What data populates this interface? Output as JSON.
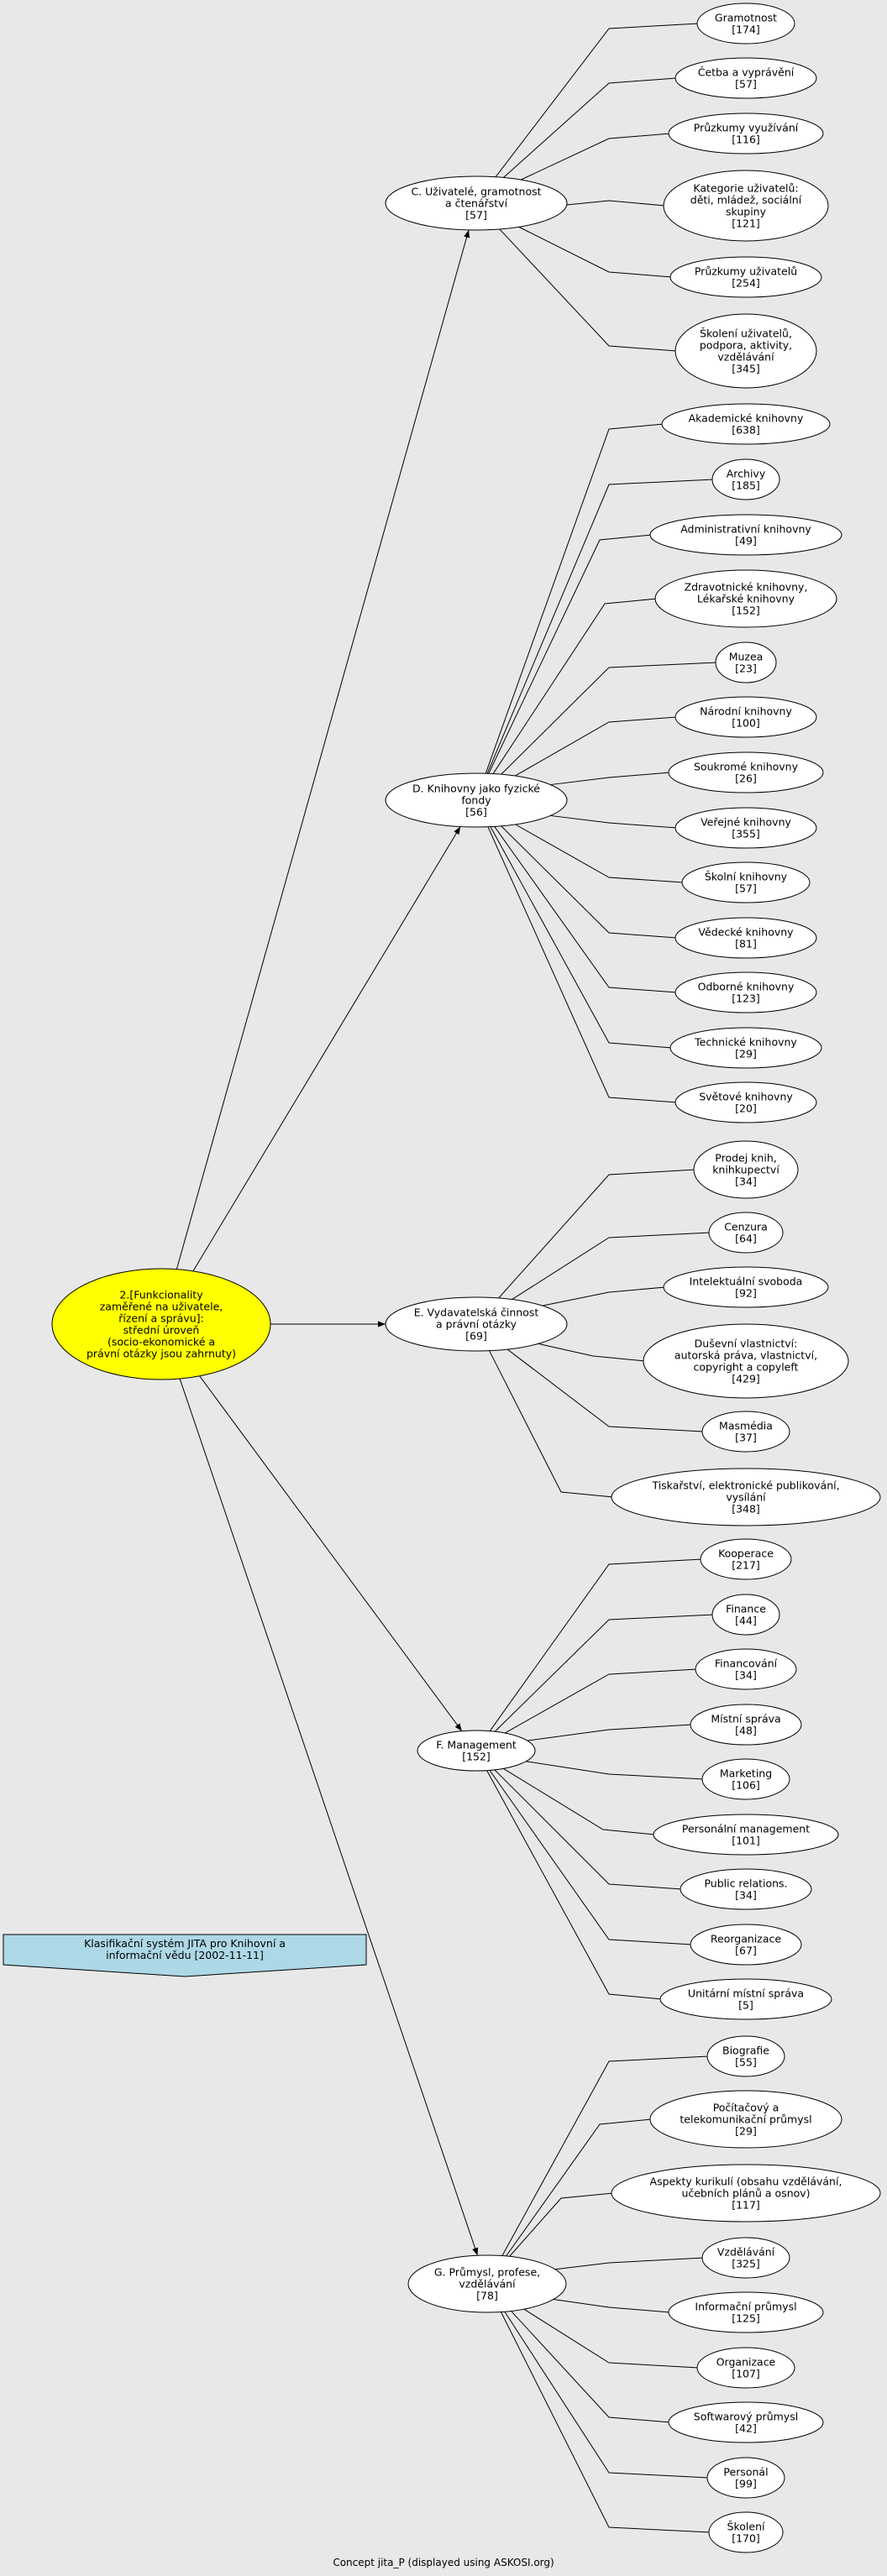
{
  "diagram": {
    "root": {
      "id": "root",
      "lines": [
        "2.[Funkcionality",
        "zaměřené na uživatele,",
        "řízení a správu]:",
        "střední úroveň",
        "(socio-ekonomické a",
        "právní otázky jsou zahrnuty)"
      ],
      "fill": "#ffff00"
    },
    "banner": {
      "lines": [
        "Klasifikační systém JITA pro Knihovní a",
        "informační vědu [2002-11-11]"
      ],
      "fill": "#add8e6"
    },
    "footer": "Concept jita_P (displayed using ASKOSI.org)",
    "categories": [
      {
        "id": "C",
        "lines": [
          "C. Uživatelé, gramotnost",
          "a čtenářství",
          "[57]"
        ],
        "children": [
          {
            "id": "C1",
            "lines": [
              "Gramotnost",
              "[174]"
            ]
          },
          {
            "id": "C2",
            "lines": [
              "Četba a vyprávění",
              "[57]"
            ]
          },
          {
            "id": "C3",
            "lines": [
              "Průzkumy využívání",
              "[116]"
            ]
          },
          {
            "id": "C4",
            "lines": [
              "Kategorie uživatelů:",
              "děti, mládež, sociální",
              "skupiny",
              "[121]"
            ]
          },
          {
            "id": "C5",
            "lines": [
              "Průzkumy uživatelů",
              "[254]"
            ]
          },
          {
            "id": "C6",
            "lines": [
              "Školení uživatelů,",
              "podpora, aktivity,",
              "vzdělávání",
              "[345]"
            ]
          }
        ]
      },
      {
        "id": "D",
        "lines": [
          "D. Knihovny jako fyzické",
          "fondy",
          "[56]"
        ],
        "children": [
          {
            "id": "D1",
            "lines": [
              "Akademické knihovny",
              "[638]"
            ]
          },
          {
            "id": "D2",
            "lines": [
              "Archivy",
              "[185]"
            ]
          },
          {
            "id": "D3",
            "lines": [
              "Administrativní knihovny",
              "[49]"
            ]
          },
          {
            "id": "D4",
            "lines": [
              "Zdravotnické knihovny,",
              "Lékařské knihovny",
              "[152]"
            ]
          },
          {
            "id": "D5",
            "lines": [
              "Muzea",
              "[23]"
            ]
          },
          {
            "id": "D6",
            "lines": [
              "Národní knihovny",
              "[100]"
            ]
          },
          {
            "id": "D7",
            "lines": [
              "Soukromé knihovny",
              "[26]"
            ]
          },
          {
            "id": "D8",
            "lines": [
              "Veřejné knihovny",
              "[355]"
            ]
          },
          {
            "id": "D9",
            "lines": [
              "Školní knihovny",
              "[57]"
            ]
          },
          {
            "id": "D10",
            "lines": [
              "Vědecké knihovny",
              "[81]"
            ]
          },
          {
            "id": "D11",
            "lines": [
              "Odborné knihovny",
              "[123]"
            ]
          },
          {
            "id": "D12",
            "lines": [
              "Technické knihovny",
              "[29]"
            ]
          },
          {
            "id": "D13",
            "lines": [
              "Světové knihovny",
              "[20]"
            ]
          }
        ]
      },
      {
        "id": "E",
        "lines": [
          "E. Vydavatelská činnost",
          "a právní otázky",
          "[69]"
        ],
        "children": [
          {
            "id": "E1",
            "lines": [
              "Prodej knih,",
              "knihkupectví",
              "[34]"
            ]
          },
          {
            "id": "E2",
            "lines": [
              "Cenzura",
              "[64]"
            ]
          },
          {
            "id": "E3",
            "lines": [
              "Intelektuální svoboda",
              "[92]"
            ]
          },
          {
            "id": "E4",
            "lines": [
              "Duševní vlastnictví:",
              "autorská práva, vlastnictví,",
              "copyright a copyleft",
              "[429]"
            ]
          },
          {
            "id": "E5",
            "lines": [
              "Masmédia",
              "[37]"
            ]
          },
          {
            "id": "E6",
            "lines": [
              "Tiskařství, elektronické publikování,",
              "vysílání",
              "[348]"
            ]
          }
        ]
      },
      {
        "id": "F",
        "lines": [
          "F. Management",
          "[152]"
        ],
        "children": [
          {
            "id": "F1",
            "lines": [
              "Kooperace",
              "[217]"
            ]
          },
          {
            "id": "F2",
            "lines": [
              "Finance",
              "[44]"
            ]
          },
          {
            "id": "F3",
            "lines": [
              "Financování",
              "[34]"
            ]
          },
          {
            "id": "F4",
            "lines": [
              "Místní správa",
              "[48]"
            ]
          },
          {
            "id": "F5",
            "lines": [
              "Marketing",
              "[106]"
            ]
          },
          {
            "id": "F6",
            "lines": [
              "Personální management",
              "[101]"
            ]
          },
          {
            "id": "F7",
            "lines": [
              "Public relations.",
              "[34]"
            ]
          },
          {
            "id": "F8",
            "lines": [
              "Reorganizace",
              "[67]"
            ]
          },
          {
            "id": "F9",
            "lines": [
              "Unitární místní správa",
              "[5]"
            ]
          }
        ]
      },
      {
        "id": "G",
        "lines": [
          "G. Průmysl, profese,",
          "vzdělávání",
          "[78]"
        ],
        "children": [
          {
            "id": "G1",
            "lines": [
              "Biografie",
              "[55]"
            ]
          },
          {
            "id": "G2",
            "lines": [
              "Počítačový a",
              "telekomunikační průmysl",
              "[29]"
            ]
          },
          {
            "id": "G3",
            "lines": [
              "Aspekty kurikulí (obsahu vzdělávání,",
              "učebních plánů a osnov)",
              "[117]"
            ]
          },
          {
            "id": "G4",
            "lines": [
              "Vzdělávání",
              "[325]"
            ]
          },
          {
            "id": "G5",
            "lines": [
              "Informační průmysl",
              "[125]"
            ]
          },
          {
            "id": "G6",
            "lines": [
              "Organizace",
              "[107]"
            ]
          },
          {
            "id": "G7",
            "lines": [
              "Softwarový průmysl",
              "[42]"
            ]
          },
          {
            "id": "G8",
            "lines": [
              "Personál",
              "[99]"
            ]
          },
          {
            "id": "G9",
            "lines": [
              "Školení",
              "[170]"
            ]
          }
        ]
      }
    ]
  }
}
